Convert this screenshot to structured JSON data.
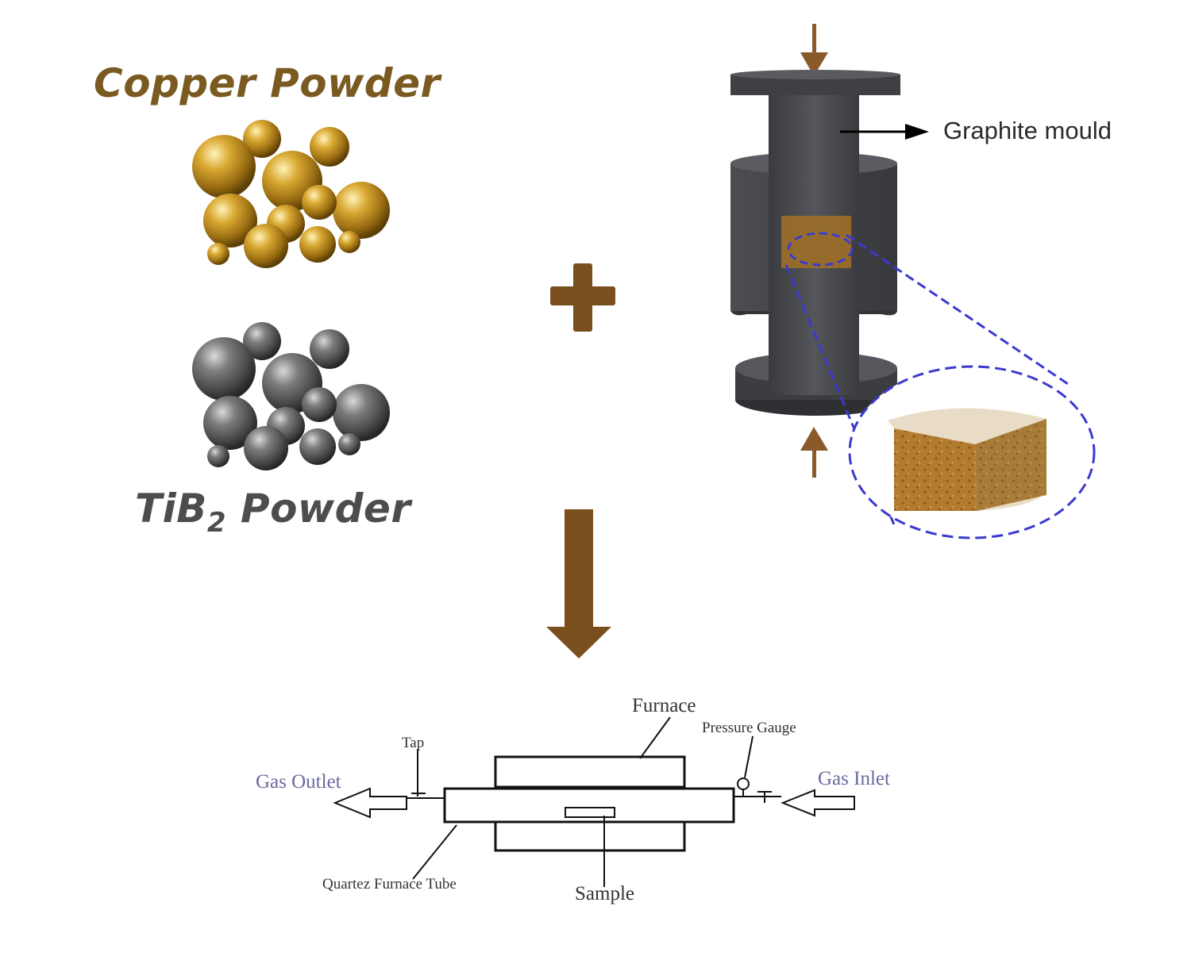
{
  "powders": {
    "copper": {
      "label": "Copper Powder",
      "color": "#7a5a20"
    },
    "tib2": {
      "label_main": "TiB",
      "label_sub": "2",
      "label_tail": " Powder",
      "color": "#4d4d4d"
    }
  },
  "mould": {
    "label": "Graphite mould"
  },
  "furnace_setup": {
    "furnace": "Furnace",
    "pressure_gauge": "Pressure Gauge",
    "tap": "Tap",
    "gas_outlet": "Gas Outlet",
    "gas_inlet": "Gas Inlet",
    "quartz_tube": "Quartez Furnace Tube",
    "sample": "Sample"
  },
  "colors": {
    "copper_particle": "#b8891f",
    "tib2_particle": "#5e5e5e",
    "process_arrow": "#7a4f1e",
    "graphite": "#47484c",
    "zoom_dash": "#3a3ad0",
    "gas_label": "#6a6aa0",
    "sample_core": "#b07a2c"
  },
  "icons": {
    "plus": "plus-icon",
    "down_arrow": "down-arrow-icon",
    "press_arrow_top": "press-arrow-down-icon",
    "press_arrow_bottom": "press-arrow-up-icon"
  }
}
